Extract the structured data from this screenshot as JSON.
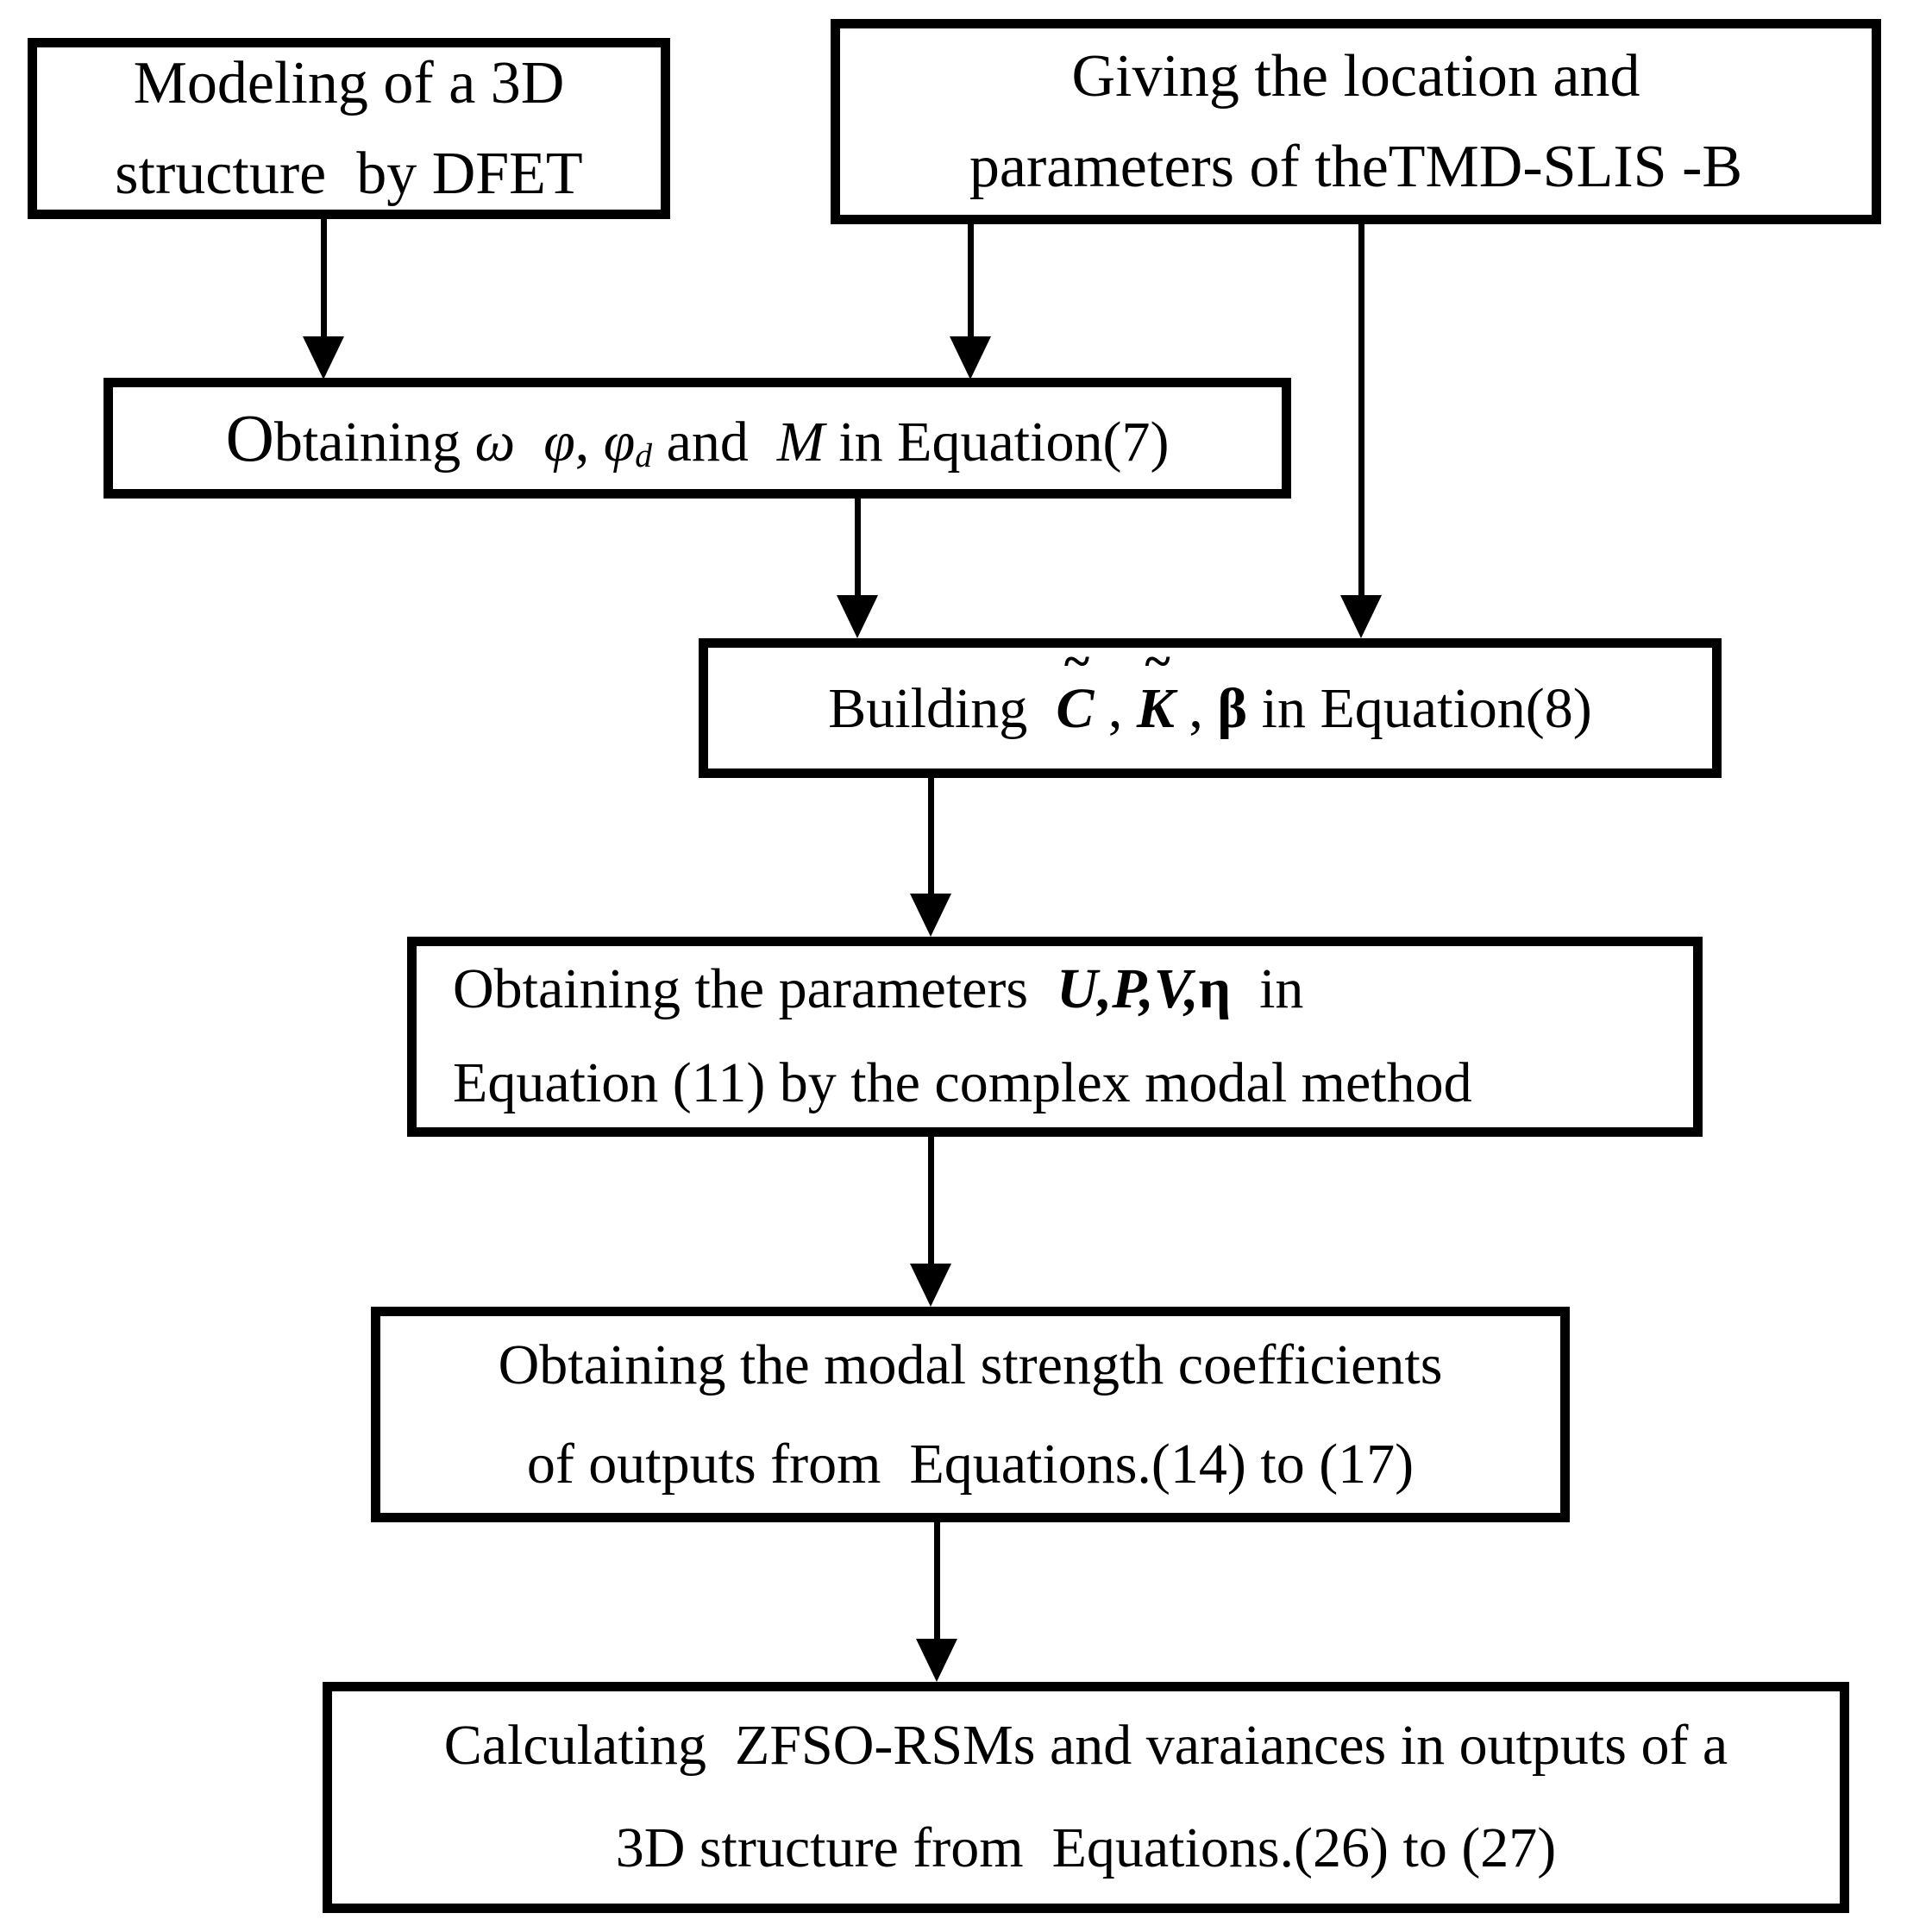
{
  "colors": {
    "ink": "#000000",
    "background": "#ffffff"
  },
  "boxes": {
    "modeling": {
      "line1": "Modeling of a 3D",
      "line2": "structure  by DFET"
    },
    "giving": {
      "line1": "Giving the location and",
      "line2": "parameters of theTMD-SLIS -B"
    },
    "modal": {
      "cap": "O",
      "rest": "btaining ",
      "omega": "ω",
      "gap": "  ",
      "phi": "φ",
      "comma": ", ",
      "phid": "φ",
      "sub": "d",
      "and": " and  ",
      "m": "M",
      "tail": " in Equation(7)"
    },
    "building": {
      "pre": "Building  ",
      "c": "C",
      "tilde": "~",
      "sep1": " , ",
      "k": "K",
      "sep2": " , ",
      "beta": "β",
      "tail": " in Equation(8)"
    },
    "parameters": {
      "line1_pre": "Obtaining the parameters  ",
      "upv": "U,P,V,",
      "eta": "η",
      "line1_tail": "  in",
      "line2": "Equation (11) by the complex modal method"
    },
    "coefficients": {
      "line1": "Obtaining the modal strength coefficients",
      "line2": "of outputs from  Equations.(14) to (17)"
    },
    "calculating": {
      "line1": "Calculating  ZFSO-RSMs and varaiances in outputs of a",
      "line2": "3D structure from  Equations.(26) to (27)"
    }
  }
}
